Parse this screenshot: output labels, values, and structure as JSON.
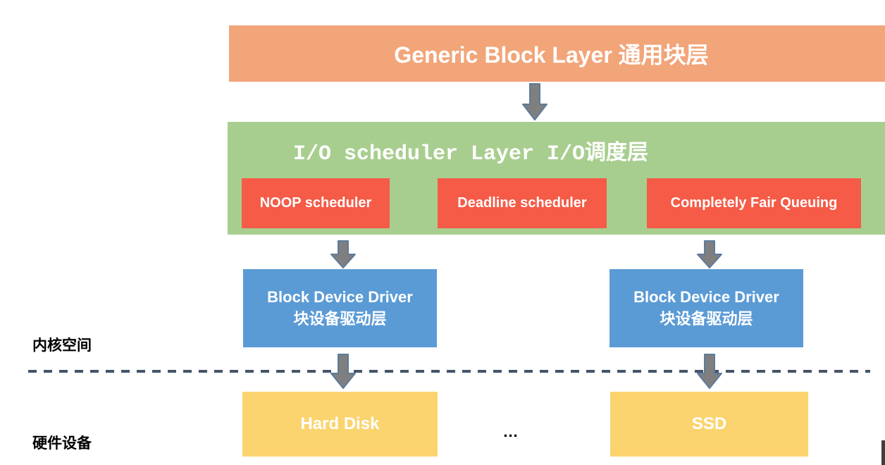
{
  "diagram": {
    "generic_block_layer": {
      "label": "Generic Block Layer 通用块层"
    },
    "io_scheduler_layer": {
      "label": "I/O scheduler Layer I/O调度层",
      "schedulers": [
        {
          "label": "NOOP scheduler"
        },
        {
          "label": "Deadline scheduler"
        },
        {
          "label": "Completely Fair Queuing"
        }
      ]
    },
    "drivers": [
      {
        "line1": "Block Device Driver",
        "line2": "块设备驱动层"
      },
      {
        "line1": "Block Device Driver",
        "line2": "块设备驱动层"
      }
    ],
    "region_labels": {
      "kernel_space": "内核空间",
      "hardware": "硬件设备"
    },
    "devices": [
      {
        "label": "Hard Disk"
      },
      {
        "label": "SSD"
      }
    ],
    "ellipsis": "..."
  },
  "colors": {
    "generic_layer": "#F2A579",
    "scheduler_layer": "#A8CE8F",
    "scheduler_box": "#F55B47",
    "driver_box": "#5B9BD5",
    "device_box": "#FBD46F",
    "arrow_fill": "#7F7F7F",
    "arrow_stroke": "#5B7B9B",
    "divider": "#44546A"
  }
}
